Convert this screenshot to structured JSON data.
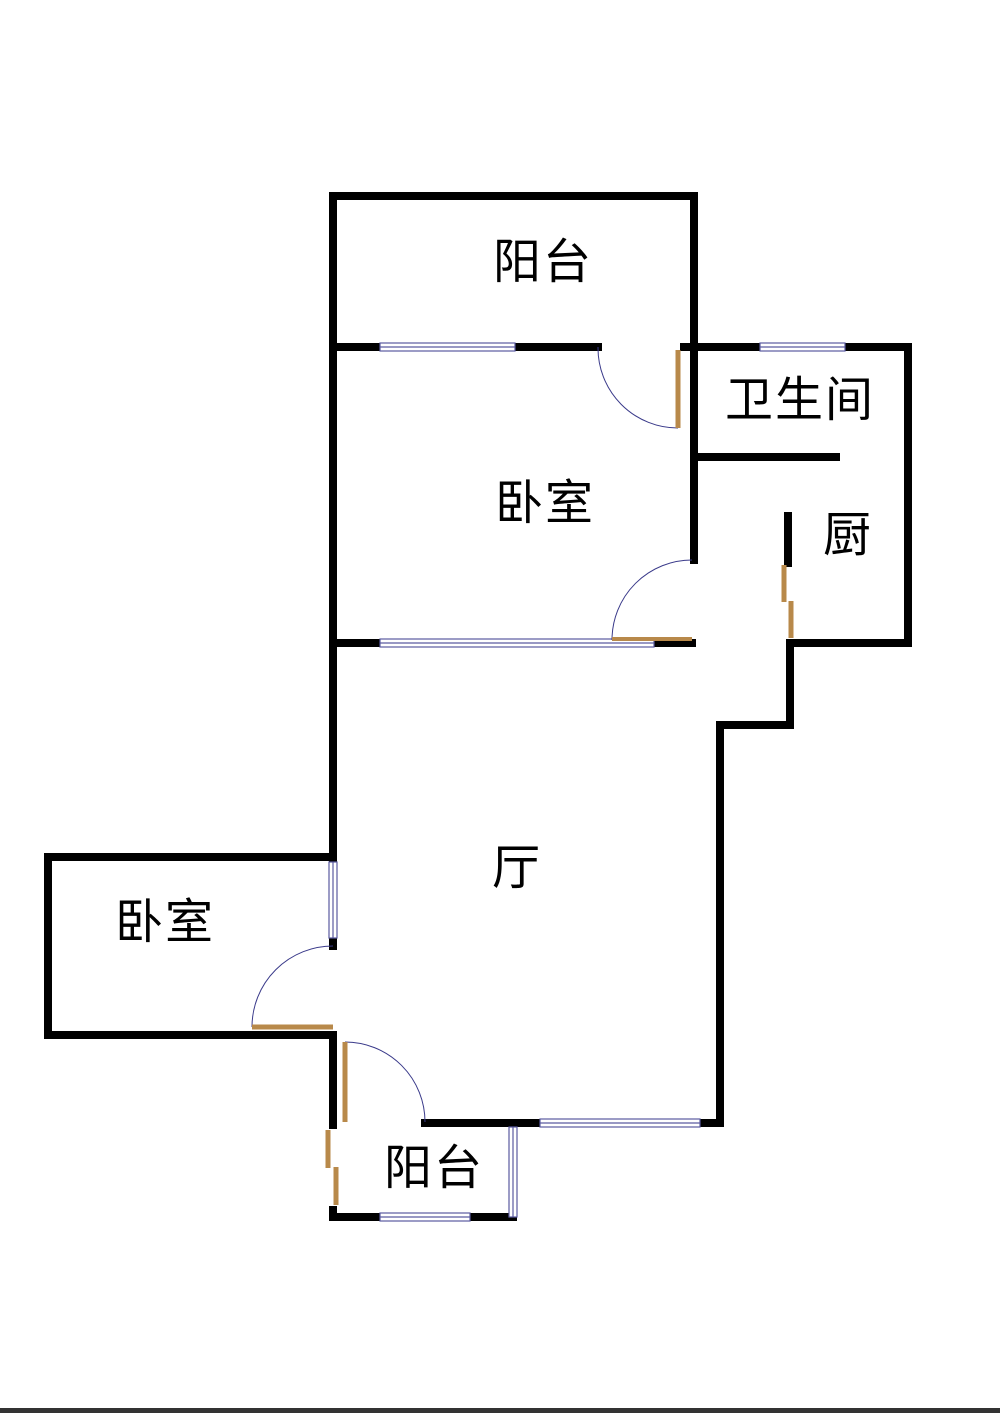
{
  "rooms": {
    "balcony_top": "阳台",
    "bathroom": "卫生间",
    "bedroom_main": "卧室",
    "kitchen": "厨",
    "living_room": "厅",
    "bedroom_side": "卧室",
    "balcony_bottom": "阳台"
  },
  "colors": {
    "wall": "#000000",
    "door_leaf": "#b8894a",
    "door_arc": "#3a3a8a",
    "window": "#5a5aa0"
  }
}
